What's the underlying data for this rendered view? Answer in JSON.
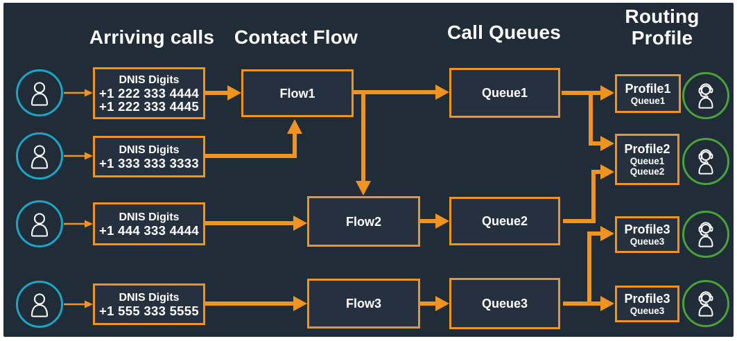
{
  "headers": {
    "arriving_calls": "Arriving calls",
    "contact_flow": "Contact Flow",
    "call_queues": "Call Queues",
    "routing_profile": "Routing Profile"
  },
  "dnis_boxes": [
    {
      "title": "DNIS Digits",
      "numbers": [
        "+1 222 333 4444",
        "+1 222 333 4445"
      ]
    },
    {
      "title": "DNIS Digits",
      "numbers": [
        "+1 333 333 3333"
      ]
    },
    {
      "title": "DNIS Digits",
      "numbers": [
        "+1 444 333 4444"
      ]
    },
    {
      "title": "DNIS Digits",
      "numbers": [
        "+1 555 333 5555"
      ]
    }
  ],
  "contact_flows": [
    {
      "label": "Flow1"
    },
    {
      "label": "Flow2"
    },
    {
      "label": "Flow3"
    }
  ],
  "call_queues": [
    {
      "label": "Queue1"
    },
    {
      "label": "Queue2"
    },
    {
      "label": "Queue3"
    }
  ],
  "routing_profiles": [
    {
      "name": "Profile1",
      "queues": [
        "Queue1"
      ]
    },
    {
      "name": "Profile2",
      "queues": [
        "Queue1",
        "Queue2"
      ]
    },
    {
      "name": "Profile3",
      "queues": [
        "Queue3"
      ]
    },
    {
      "name": "Profile3",
      "queues": [
        "Queue3"
      ]
    }
  ],
  "icons": {
    "caller": "caller-person-icon",
    "agent": "agent-headset-icon"
  },
  "colors": {
    "background": "#212C39",
    "frame": "#FFFFFF",
    "arrow": "#F0941F",
    "box_fill": "#263140",
    "box_border": "#F0941F",
    "caller_ring": "#1BA6C9",
    "agent_ring": "#48A338",
    "text": "#FFFFFF"
  }
}
